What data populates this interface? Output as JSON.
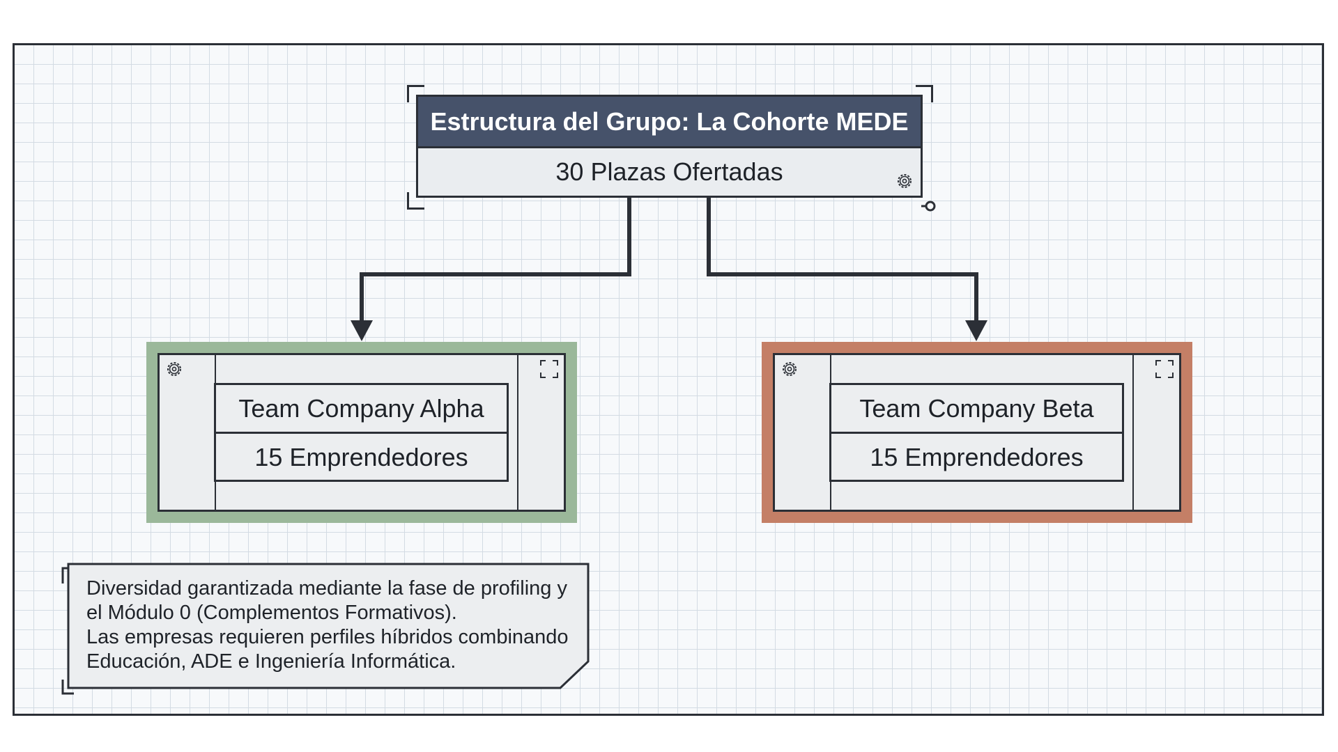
{
  "root": {
    "title": "Estructura del Grupo: La Cohorte MEDE",
    "subtitle": "30 Plazas Ofertadas"
  },
  "teams": [
    {
      "name": "Team Company Alpha",
      "count": "15 Emprendedores",
      "border_color": "#9bb89a"
    },
    {
      "name": "Team Company Beta",
      "count": "15 Emprendedores",
      "border_color": "#c47f66"
    }
  ],
  "note": {
    "lines": [
      "Diversidad garantizada mediante la fase de profiling y",
      "el Módulo 0 (Complementos Formativos).",
      "Las empresas requieren perfiles híbridos combinando",
      "Educación, ADE e Ingeniería Informática."
    ]
  },
  "colors": {
    "header_bg": "#46526a",
    "line": "#2b2f36",
    "node_bg": "#eaedf0"
  },
  "icons": [
    "gear-icon",
    "expand-icon",
    "arrow-down-icon"
  ]
}
